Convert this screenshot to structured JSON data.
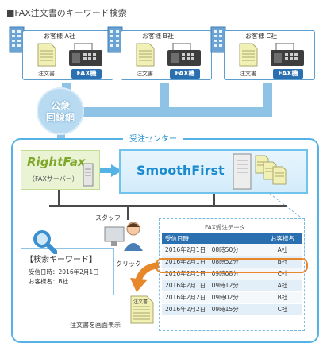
{
  "title": "■FAX注文書のキーワード検索",
  "customers": [
    {
      "name": "お客様 A社",
      "doc": "注文書",
      "fax": "FAX機"
    },
    {
      "name": "お客様 B社",
      "doc": "注文書",
      "fax": "FAX機"
    },
    {
      "name": "お客様 C社",
      "doc": "注文書",
      "fax": "FAX機"
    }
  ],
  "public_network": {
    "line1": "公衆",
    "line2": "回線網"
  },
  "center": {
    "label": "受注センター",
    "rightfax_title": "RightFax",
    "rightfax_sub": "（FAXサーバー）",
    "smoothfirst_title": "SmoothFirst",
    "staff_label": "スタッフ",
    "click_label": "クリック",
    "display_label": "注文書を画面表示",
    "doc_label": "注文書"
  },
  "search": {
    "heading": "【検索キーワード】",
    "line1": "受信日時：2016年2月1日",
    "line2": "お客様名：B社"
  },
  "fax_data": {
    "title": "FAX受注データ",
    "headers": [
      "受信日時",
      "お客様名"
    ],
    "rows": [
      [
        "2016年2月1日　08時50分",
        "A社"
      ],
      [
        "2016年2月1日　08時52分",
        "B社"
      ],
      [
        "2016年2月1日　09時08分",
        "C社"
      ],
      [
        "2016年2月1日　09時12分",
        "A社"
      ],
      [
        "2016年2月2日　09時02分",
        "B社"
      ],
      [
        "2016年2月2日　09時15分",
        "C社"
      ]
    ]
  },
  "colors": {
    "accent": "#54b3e4",
    "highlight": "#e8862a",
    "fax": "#2a6fb0",
    "rightfax": "#7ea72b"
  }
}
